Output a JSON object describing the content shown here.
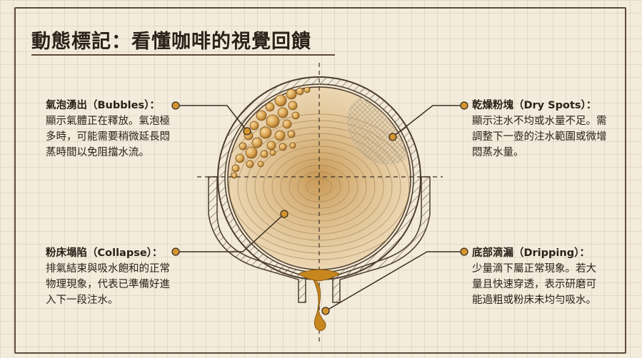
{
  "title": "動態標記：看懂咖啡的視覺回饋",
  "annotations": {
    "bubbles": {
      "head": "氣泡湧出（Bubbles）：",
      "body": "顯示氣體正在釋放。氣泡極多時，可能需要稍微延長悶蒸時間以免阻擋水流。"
    },
    "collapse": {
      "head": "粉床塌陷（Collapse）：",
      "body": "排氣結束與吸水飽和的正常物理現象，代表已準備好進入下一段注水。"
    },
    "dry_spots": {
      "head": "乾燥粉塊（Dry Spots）：",
      "body": "顯示注水不均或水量不足。需調整下一壺的注水範圍或微增悶蒸水量。"
    },
    "dripping": {
      "head": "底部滴漏（Dripping）：",
      "body": "少量滴下屬正常現象。若大量且快速穿透，表示研磨可能過粗或粉床未均勻吸水。"
    }
  },
  "colors": {
    "background": "#f3ecdc",
    "ink": "#2a2118",
    "coffee_bed": "#e3c9a0",
    "coffee_center": "#c99a55",
    "marker": "#d4952e",
    "drip": "#c8861f"
  }
}
